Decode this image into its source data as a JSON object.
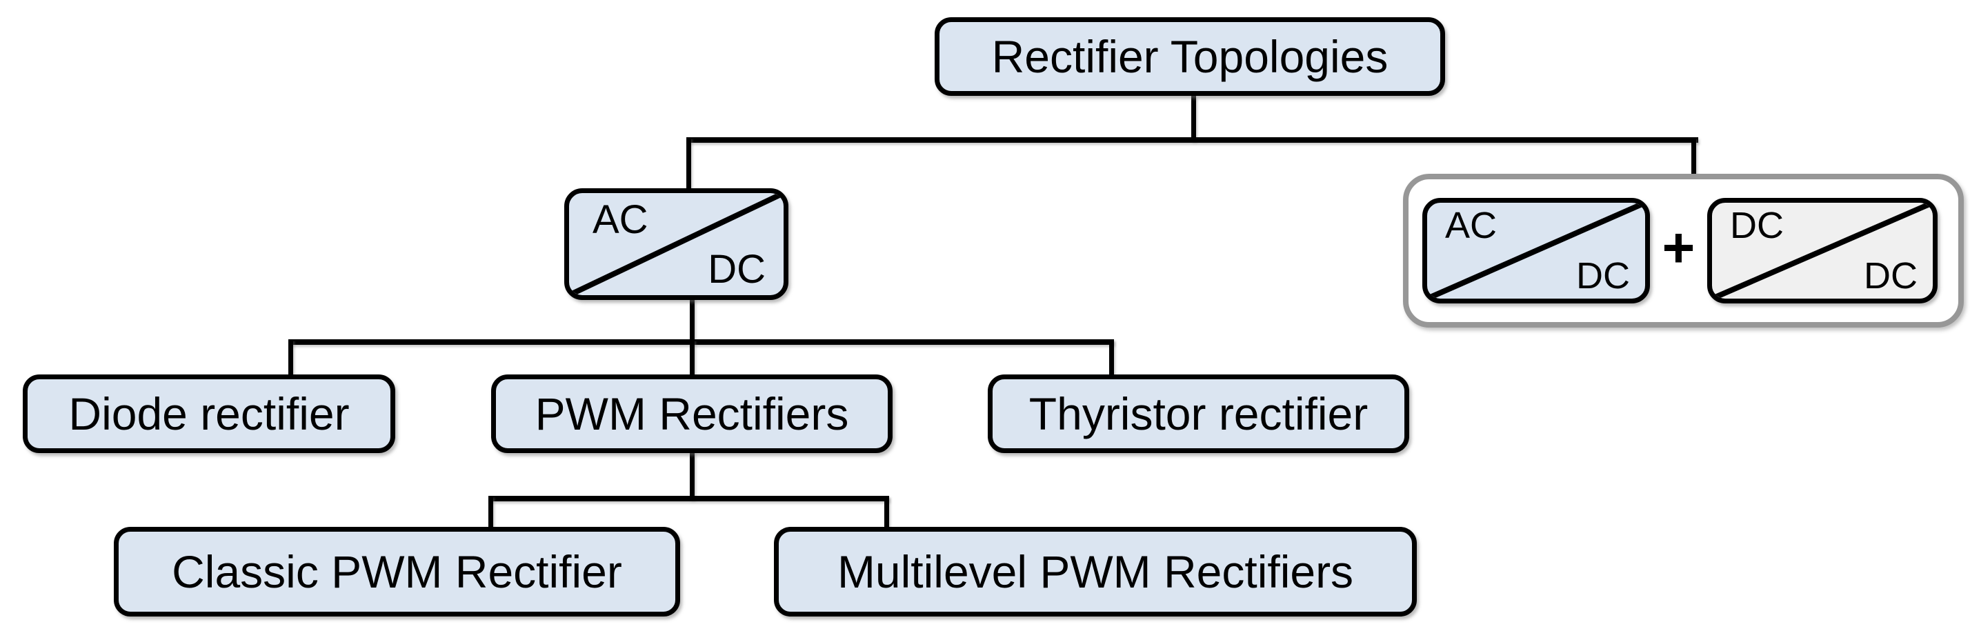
{
  "title": "Rectifier Topologies",
  "colors": {
    "background": "#ffffff",
    "node_fill": "#dbe5f1",
    "neutral_fill": "#f0f0f0",
    "line": "#000000",
    "text": "#000000",
    "group_border": "#979797",
    "group_fill": "#ffffff"
  },
  "nodes": {
    "root": {
      "label": "Rectifier Topologies"
    },
    "ac_dc_converter": {
      "top": "AC",
      "bottom": "DC"
    },
    "hybrid_group": {
      "ac_dc": {
        "top": "AC",
        "bottom": "DC"
      },
      "plus": "+",
      "dc_dc": {
        "top": "DC",
        "bottom": "DC"
      }
    },
    "level2": [
      {
        "label": "Diode rectifier"
      },
      {
        "label": "PWM Rectifiers"
      },
      {
        "label": "Thyristor rectifier"
      }
    ],
    "level3": [
      {
        "label": "Classic PWM Rectifier"
      },
      {
        "label": "Multilevel PWM Rectifiers"
      }
    ]
  }
}
